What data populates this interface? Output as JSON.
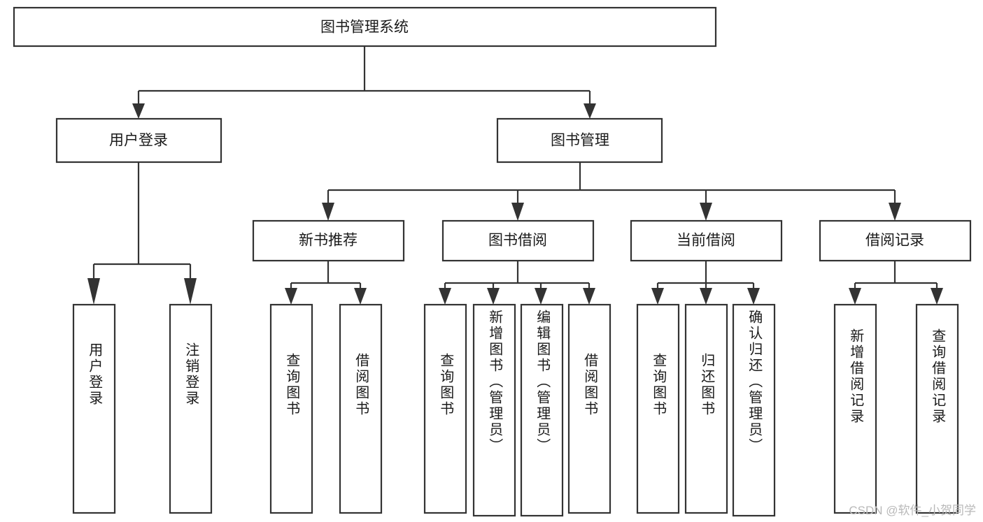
{
  "diagram": {
    "title": "图书管理系统",
    "type": "hierarchy-tree",
    "root": {
      "label": "图书管理系统",
      "children": [
        {
          "label": "用户登录",
          "children": [
            {
              "label": "用户登录"
            },
            {
              "label": "注销登录"
            }
          ]
        },
        {
          "label": "图书管理",
          "children": [
            {
              "label": "新书推荐",
              "children": [
                {
                  "label": "查询图书"
                },
                {
                  "label": "借阅图书"
                }
              ]
            },
            {
              "label": "图书借阅",
              "children": [
                {
                  "label": "查询图书"
                },
                {
                  "label": "新增图书（管理员）"
                },
                {
                  "label": "编辑图书（管理员）"
                },
                {
                  "label": "借阅图书"
                }
              ]
            },
            {
              "label": "当前借阅",
              "children": [
                {
                  "label": "查询图书"
                },
                {
                  "label": "归还图书"
                },
                {
                  "label": "确认归还（管理员）"
                }
              ]
            },
            {
              "label": "借阅记录",
              "children": [
                {
                  "label": "新增借阅记录"
                },
                {
                  "label": "查询借阅记录"
                }
              ]
            }
          ]
        }
      ]
    },
    "nodes": {
      "root": "图书管理系统",
      "l1_user_login": "用户登录",
      "l1_book_manage": "图书管理",
      "l2_user_login": "用户登录",
      "l2_logout": "注销登录",
      "l2_new_book_rec": "新书推荐",
      "l2_book_borrow": "图书借阅",
      "l2_current_borrow": "当前借阅",
      "l2_borrow_record": "借阅记录",
      "l3_rec_query": "查询图书",
      "l3_rec_borrow": "借阅图书",
      "l3_borrow_query": "查询图书",
      "l3_borrow_add": "新增图书（管理员）",
      "l3_borrow_edit": "编辑图书（管理员）",
      "l3_borrow_lend": "借阅图书",
      "l3_cur_query": "查询图书",
      "l3_cur_return": "归还图书",
      "l3_cur_confirm": "确认归还（管理员）",
      "l3_rec_add": "新增借阅记录",
      "l3_rec_search": "查询借阅记录"
    },
    "colors": {
      "box_fill": "#ffffff",
      "box_stroke": "#333333",
      "text": "#1a1a1a",
      "background": "#ffffff",
      "watermark": "#b9b9b9"
    }
  },
  "watermark": {
    "text": "CSDN @软件_小贺同学"
  }
}
